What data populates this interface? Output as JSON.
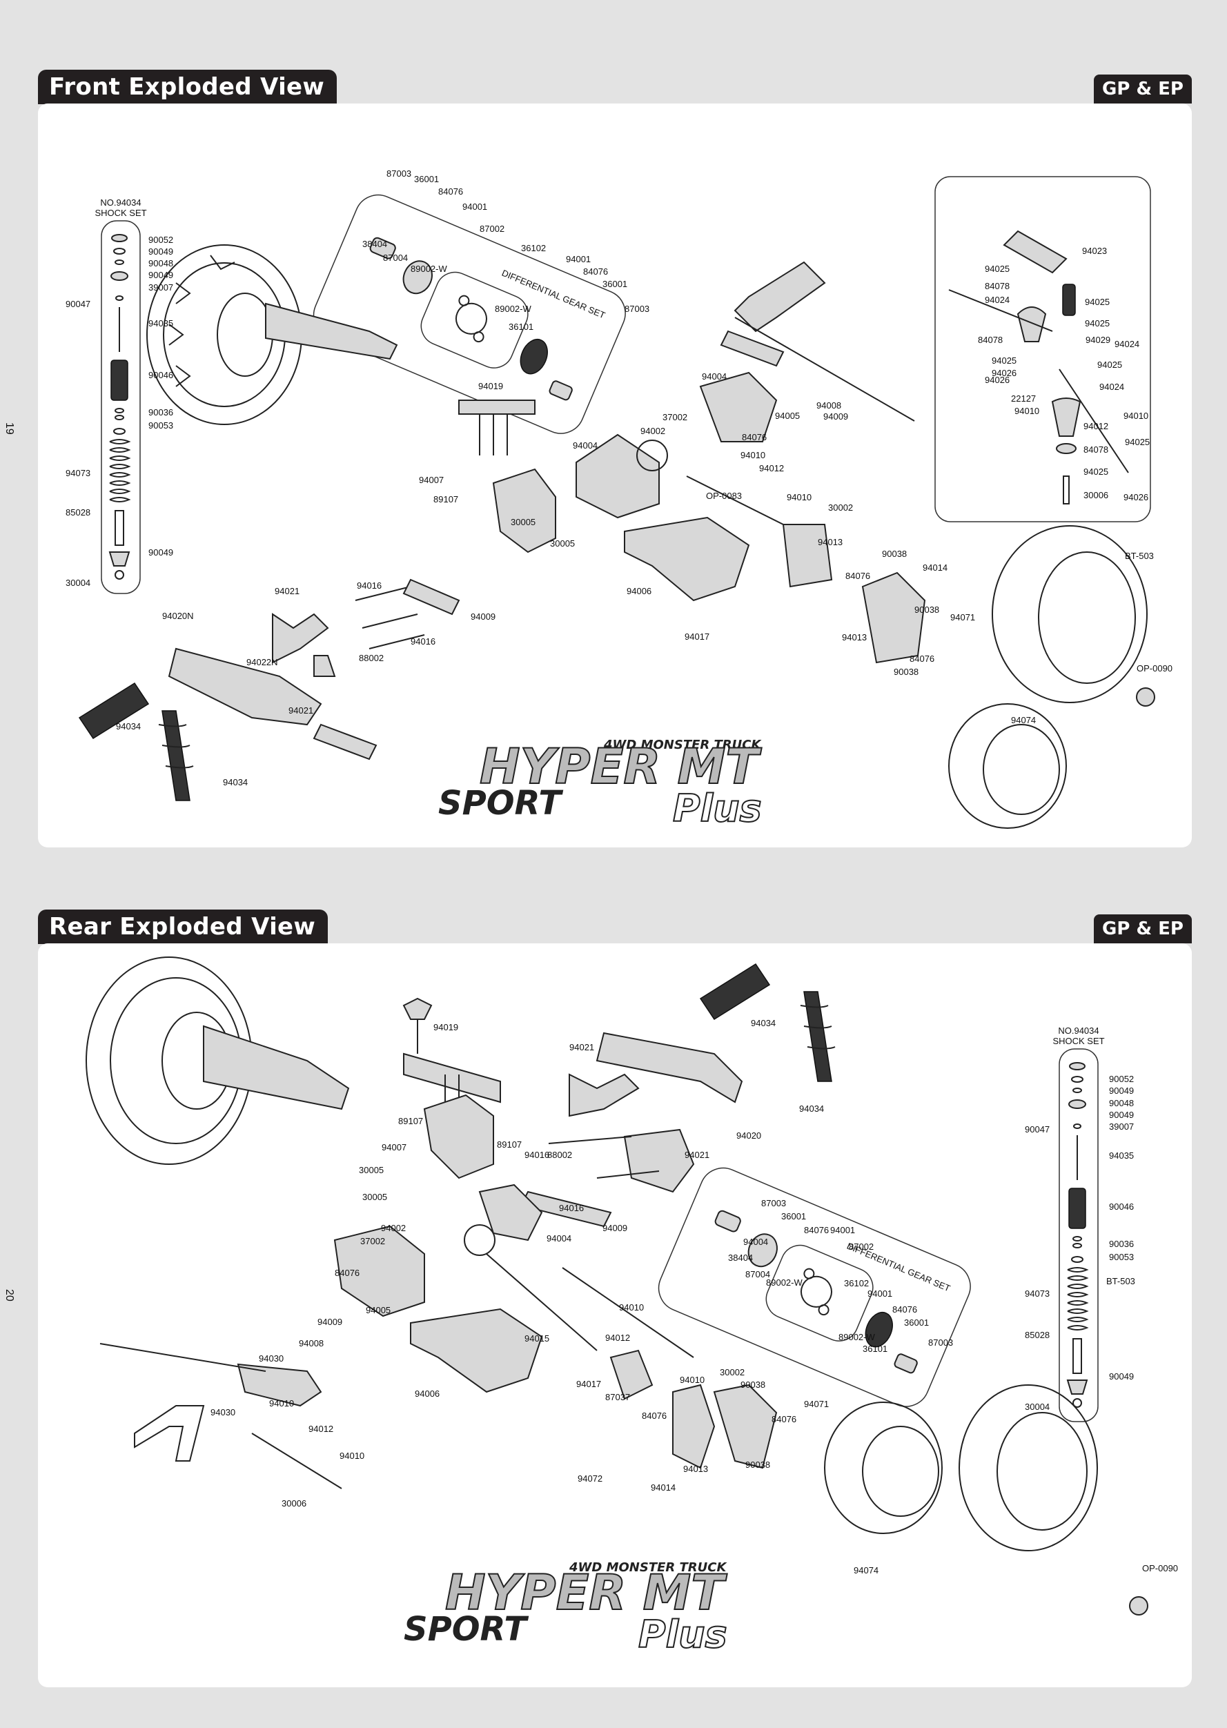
{
  "pages": [
    {
      "title": "Front Exploded View",
      "badge": "GP & EP",
      "page_number": "19",
      "shock_set": {
        "line1": "NO.94034",
        "line2": "SHOCK SET"
      },
      "diff_label": "DIFFERENTIAL GEAR SET",
      "logo": {
        "tagline": "4WD MONSTER TRUCK",
        "main": "HYPER MT",
        "sub": "SPORT",
        "script": "Plus"
      }
    },
    {
      "title": "Rear Exploded View",
      "badge": "GP & EP",
      "page_number": "20",
      "shock_set": {
        "line1": "NO.94034",
        "line2": "SHOCK SET"
      },
      "diff_label": "DIFFERENTIAL GEAR SET",
      "logo": {
        "tagline": "4WD MONSTER TRUCK",
        "main": "HYPER MT",
        "sub": "SPORT",
        "script": "Plus"
      }
    }
  ],
  "front_labels": [
    "87003",
    "36001",
    "84076",
    "94001",
    "87002",
    "38404",
    "87004",
    "89002-W",
    "36102",
    "94001",
    "84076",
    "36001",
    "87003",
    "89002-W",
    "36101",
    "90052",
    "90049",
    "90048",
    "90049",
    "39007",
    "90047",
    "94035",
    "90046",
    "90036",
    "90053",
    "94073",
    "85028",
    "90049",
    "30004",
    "94019",
    "94004",
    "37002",
    "94002",
    "94005",
    "94008",
    "94009",
    "84076",
    "94010",
    "94012",
    "94010",
    "30002",
    "94013",
    "OP-0083",
    "94004",
    "94007",
    "89107",
    "30005",
    "30005",
    "94006",
    "94021",
    "94016",
    "94009",
    "94016",
    "88002",
    "94020N",
    "94022N",
    "94021",
    "94034",
    "94034",
    "94017",
    "90038",
    "94014",
    "84076",
    "90038",
    "94013",
    "94071",
    "84076",
    "90038",
    "BT-503",
    "OP-0090",
    "94074",
    "94023",
    "94025",
    "84078",
    "94024",
    "94025",
    "84078",
    "94025",
    "94025",
    "94026",
    "94029",
    "94024",
    "94025",
    "94026",
    "22127",
    "94010",
    "94024",
    "94012",
    "94010",
    "94025",
    "84078",
    "94025",
    "30006",
    "94026"
  ],
  "rear_labels": [
    "94019",
    "89107",
    "94007",
    "89107",
    "30005",
    "30005",
    "94021",
    "94020",
    "94016",
    "88002",
    "94021",
    "94016",
    "94009",
    "94004",
    "94034",
    "94034",
    "94004",
    "94002",
    "37002",
    "84076",
    "94005",
    "94009",
    "94008",
    "94030",
    "94030",
    "94010",
    "94012",
    "94010",
    "30006",
    "94006",
    "94015",
    "94017",
    "87037",
    "94072",
    "94014",
    "84076",
    "94013",
    "90038",
    "94010",
    "94012",
    "94010",
    "30002",
    "90038",
    "84076",
    "94071",
    "87003",
    "36001",
    "84076",
    "94001",
    "87002",
    "38404",
    "87004",
    "89002-W",
    "36102",
    "94001",
    "84076",
    "36001",
    "87003",
    "89002-W",
    "36101",
    "90052",
    "90049",
    "90048",
    "90049",
    "39007",
    "90047",
    "94035",
    "90046",
    "90036",
    "90053",
    "94073",
    "85028",
    "90049",
    "30004",
    "BT-503",
    "94074",
    "OP-0090"
  ]
}
